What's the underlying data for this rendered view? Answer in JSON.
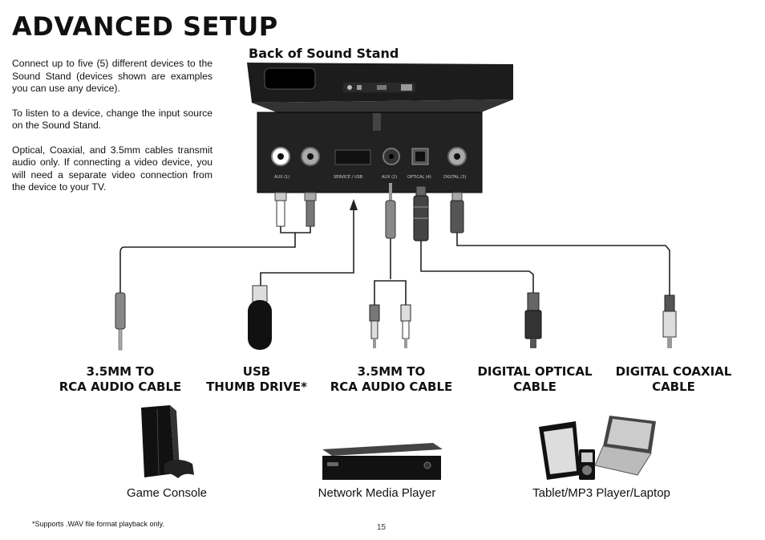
{
  "page": {
    "title": "ADVANCED SETUP",
    "intro": [
      "Connect up to five (5) different devices to the Sound Stand (devices shown are examples you can use any device).",
      "To listen to a device, change the input source on the Sound Stand.",
      "Optical, Coaxial, and 3.5mm cables transmit audio only. If connecting a video device, you will need a separate video connection from the device to your TV."
    ],
    "diagram_title": "Back of Sound Stand",
    "ports": {
      "aux1": "AUX (1)",
      "service_usb": "SERVICE / USB",
      "aux2": "AUX (2)",
      "optical": "OPTICAL (4)",
      "digital": "DIGITAL (3)"
    },
    "cables": [
      {
        "line1": "3.5MM TO",
        "line2": "RCA AUDIO CABLE"
      },
      {
        "line1": "USB",
        "line2": "THUMB DRIVE*"
      },
      {
        "line1": "3.5MM TO",
        "line2": "RCA AUDIO CABLE"
      },
      {
        "line1": "DIGITAL OPTICAL",
        "line2": "CABLE"
      },
      {
        "line1": "DIGITAL COAXIAL",
        "line2": "CABLE"
      }
    ],
    "devices": {
      "game_console": "Game Console",
      "media_player": "Network Media Player",
      "tablet_laptop": "Tablet/MP3 Player/Laptop"
    },
    "footnote": "*Supports .WAV file format playback only.",
    "page_number": "15"
  }
}
